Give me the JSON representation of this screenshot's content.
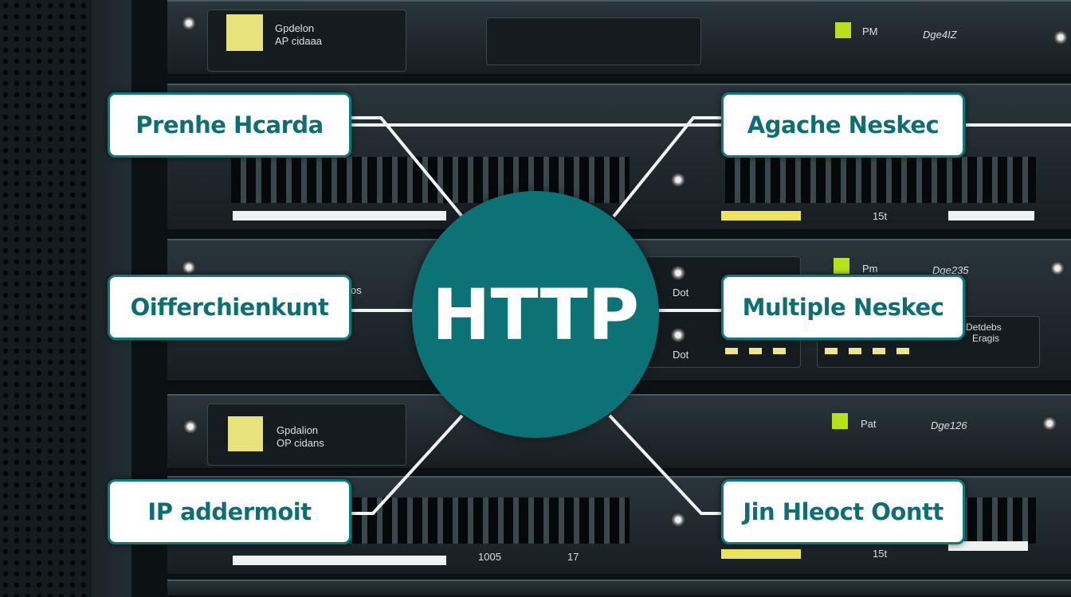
{
  "hub": {
    "label": "HTTP",
    "color": "#0d7275"
  },
  "labels": {
    "left": [
      "Prenhe Hcarda",
      "Oifferchienkunt",
      "IP addermoit"
    ],
    "right": [
      "Agache Neskec",
      "Multiple Neskec",
      "Jin Hleoct Oontt"
    ]
  },
  "rack": {
    "u1": {
      "name": "Gpdelon",
      "sub": "AP cidaaa",
      "status": "PM",
      "code": "Dge4IZ"
    },
    "u2": {
      "num": "15t"
    },
    "u3": {
      "status": "Pm",
      "code": "Dge235",
      "port1": "Dot",
      "port2": "Dot",
      "side1": "Detdebs",
      "side2": "Eragis",
      "left": "os"
    },
    "u4": {
      "name": "Gpdalion",
      "sub": "OP cidans",
      "status": "Pat",
      "code": "Dge126"
    },
    "u5": {
      "n1": "1005",
      "n2": "17",
      "num": "15t"
    }
  },
  "colors": {
    "accent": "#0d7275",
    "led": "#b7e21a"
  }
}
